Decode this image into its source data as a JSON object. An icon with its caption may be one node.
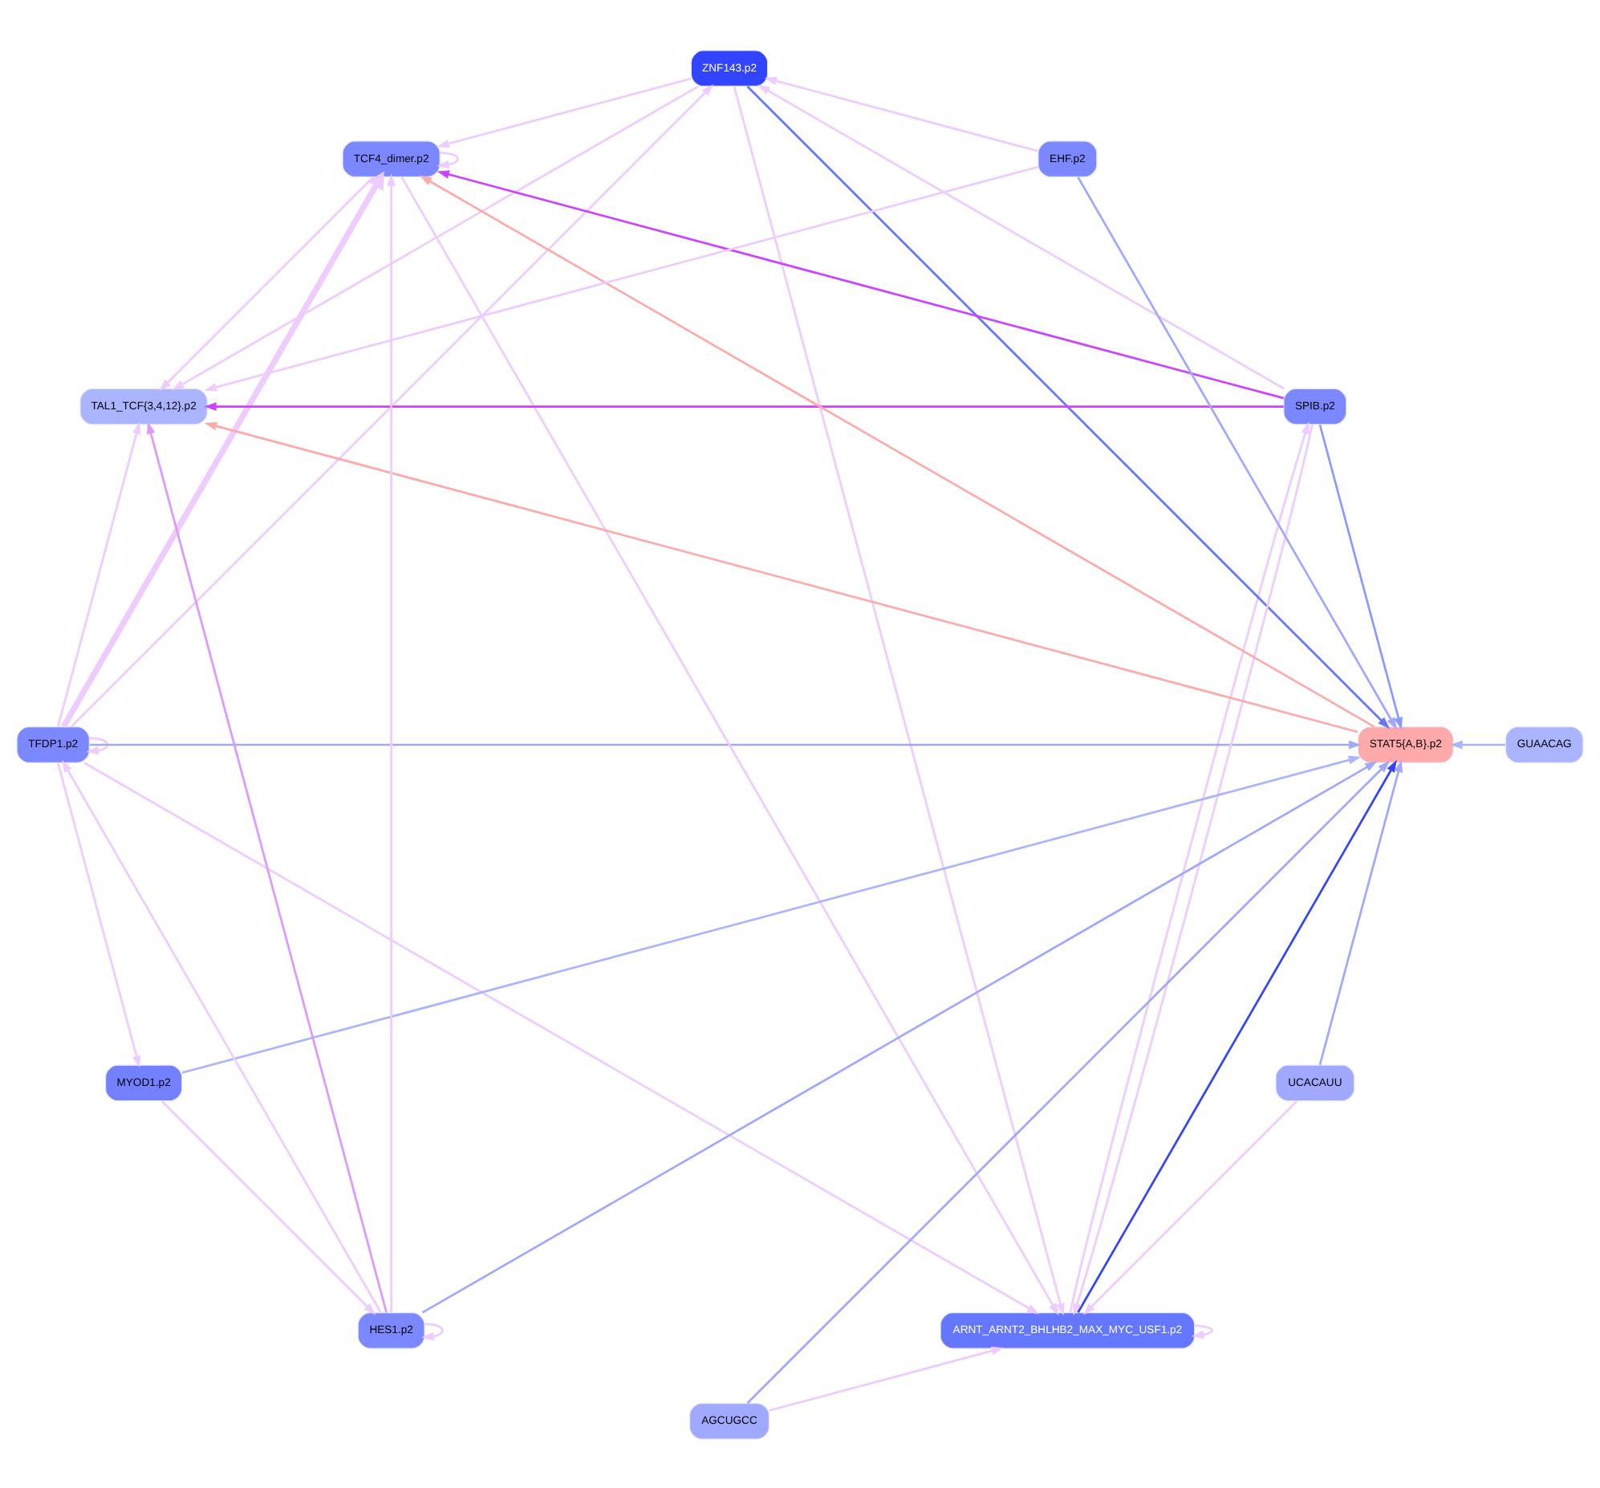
{
  "diagram": {
    "nodes": [
      {
        "text": [
          "ARNT_ARNT2_BHLHB2_MAX_MYC_USF1.p2"
        ]
      },
      {
        "text": [
          "ZNF143.p2"
        ]
      },
      {
        "text": [
          "TFDP1.p2"
        ]
      },
      {
        "text": [
          "TCF4_dimer.p2"
        ]
      },
      {
        "text": [
          "SPIB.p2"
        ]
      },
      {
        "text": [
          "TAL1_TCF{3,4,12}.p2"
        ]
      },
      {
        "text": [
          "STAT5{A,B}.p2"
        ]
      },
      {
        "text": [
          "MYOD1.p2"
        ]
      },
      {
        "text": [
          "GUAACAG"
        ]
      },
      {
        "text": [
          "HES1.p2"
        ]
      },
      {
        "text": [
          "UCACAUU"
        ]
      },
      {
        "text": [
          "EHF.p2"
        ]
      },
      {
        "text": [
          "AGCUGCC"
        ]
      }
    ],
    "edges": [
      {
        "from": 0,
        "to": 0,
        "arrow": "to"
      },
      {
        "from": 1,
        "to": 0,
        "arrow": "to"
      },
      {
        "from": 2,
        "to": 0,
        "arrow": "to"
      },
      {
        "from": 0,
        "to": 4,
        "arrow": "to"
      },
      {
        "from": 4,
        "to": 0,
        "arrow": "to"
      },
      {
        "from": 2,
        "to": 1,
        "arrow": "to"
      },
      {
        "from": 4,
        "to": 1,
        "arrow": "to"
      },
      {
        "from": 2,
        "to": 2,
        "arrow": "to"
      },
      {
        "from": 2,
        "to": 3,
        "arrow": "to",
        "style": "thick"
      },
      {
        "from": 3,
        "to": 0,
        "arrow": "to"
      },
      {
        "from": 2,
        "to": 5,
        "arrow": "to"
      },
      {
        "from": 2,
        "to": 6,
        "arrow": "to",
        "color": "#a0a8ff"
      },
      {
        "from": 0,
        "to": 6,
        "arrow": "to",
        "color": "#3344ff"
      },
      {
        "from": 1,
        "to": 6,
        "arrow": "to",
        "color": "#6677ff"
      },
      {
        "from": 1,
        "to": 3,
        "arrow": "to"
      },
      {
        "from": 1,
        "to": 5,
        "arrow": "to"
      },
      {
        "from": 3,
        "to": 3,
        "arrow": "to"
      },
      {
        "from": 3,
        "to": 5,
        "arrow": "to"
      },
      {
        "from": 4,
        "to": 3,
        "arrow": "to",
        "color": "#cc44ff"
      },
      {
        "from": 4,
        "to": 5,
        "arrow": "to",
        "color": "#cc44ff"
      },
      {
        "from": 4,
        "to": 6,
        "arrow": "to",
        "color": "#8c99ff"
      },
      {
        "from": 6,
        "to": 3,
        "arrow": "to",
        "color": "#ffaaaa"
      },
      {
        "from": 6,
        "to": 5,
        "arrow": "to",
        "color": "#ffaaaa"
      },
      {
        "from": 2,
        "to": 7,
        "arrow": "to"
      },
      {
        "from": 9,
        "to": 2,
        "arrow": "to"
      },
      {
        "from": 7,
        "to": 6,
        "arrow": "to",
        "color": "#aab4ff"
      },
      {
        "from": 7,
        "to": 9,
        "arrow": "to"
      },
      {
        "from": 9,
        "to": 9,
        "arrow": "to"
      },
      {
        "from": 9,
        "to": 6,
        "arrow": "to",
        "color": "#a0a8ff"
      },
      {
        "from": 9,
        "to": 5,
        "arrow": "to",
        "color": "#dd99ff"
      },
      {
        "from": 9,
        "to": 3,
        "arrow": "to"
      },
      {
        "from": 12,
        "to": 0,
        "arrow": "to"
      },
      {
        "from": 12,
        "to": 6,
        "arrow": "to",
        "color": "#a0a8ff"
      },
      {
        "from": 11,
        "to": 6,
        "arrow": "to",
        "color": "#a0a8ff"
      },
      {
        "from": 11,
        "to": 1,
        "arrow": "to"
      },
      {
        "from": 11,
        "to": 5,
        "arrow": "to"
      },
      {
        "from": 10,
        "to": 6,
        "arrow": "to",
        "color": "#a0a8ff"
      },
      {
        "from": 10,
        "to": 0,
        "arrow": "to"
      },
      {
        "from": 8,
        "to": 6,
        "arrow": "to",
        "color": "#aab4ff"
      }
    ]
  }
}
